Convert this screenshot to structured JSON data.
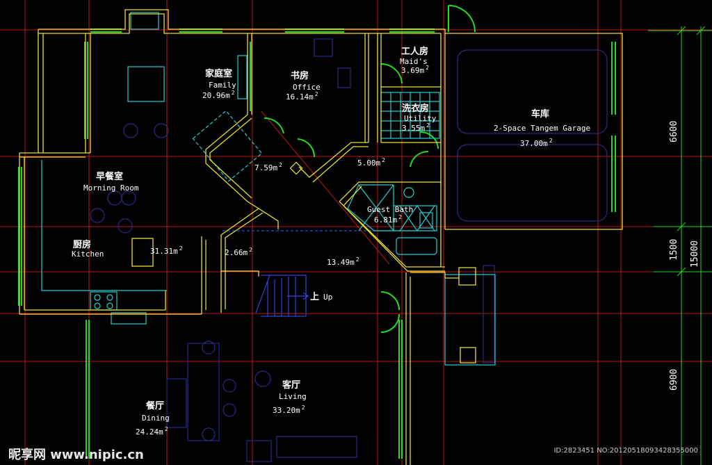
{
  "rooms": {
    "family": {
      "cn": "家庭室",
      "en": "Family",
      "area": "20.96m",
      "unit": "2"
    },
    "office": {
      "cn": "书房",
      "en": "Office",
      "area": "16.14m",
      "unit": "2"
    },
    "maids": {
      "cn": "工人房",
      "en": "Maid's",
      "area": "3.69m",
      "unit": "2"
    },
    "utility": {
      "cn": "洗衣房",
      "en": "Utility",
      "area": "3.55m",
      "unit": "2"
    },
    "garage": {
      "cn": "车库",
      "en": "2-Space Tangem Garage",
      "area": "37.00m",
      "unit": "2"
    },
    "morning": {
      "cn": "早餐室",
      "en": "Morning Room"
    },
    "kitchen": {
      "cn": "厨房",
      "en": "Kitchen",
      "area": "31.31m",
      "unit": "2"
    },
    "hall_759": {
      "area": "7.59m",
      "unit": "2"
    },
    "hall_500": {
      "area": "5.00m",
      "unit": "2"
    },
    "guest_bath": {
      "en": "Guest Bath",
      "area": "6.81m",
      "unit": "2"
    },
    "closet": {
      "area": "2.66m",
      "unit": "2"
    },
    "foyer": {
      "area": "13.49m",
      "unit": "2"
    },
    "stair": {
      "cn": "上",
      "en": "Up"
    },
    "living": {
      "cn": "客厅",
      "en": "Living",
      "area": "33.20m",
      "unit": "2"
    },
    "dining": {
      "cn": "餐厅",
      "en": "Dining",
      "area": "24.24m",
      "unit": "2"
    }
  },
  "dimensions": {
    "d1": "6600",
    "d2": "1500",
    "d3": "6900",
    "total": "15000"
  },
  "watermark": {
    "site": "昵享网 www.nipic.cn",
    "id": "ID:2823451 NO:20120518093428355000"
  },
  "colors": {
    "wall": "#e8e030",
    "grid": "#d01818",
    "window": "#22dd22",
    "fixture": "#22d0d0",
    "furniture": "#2a2a88",
    "dimension": "#22dd22"
  }
}
